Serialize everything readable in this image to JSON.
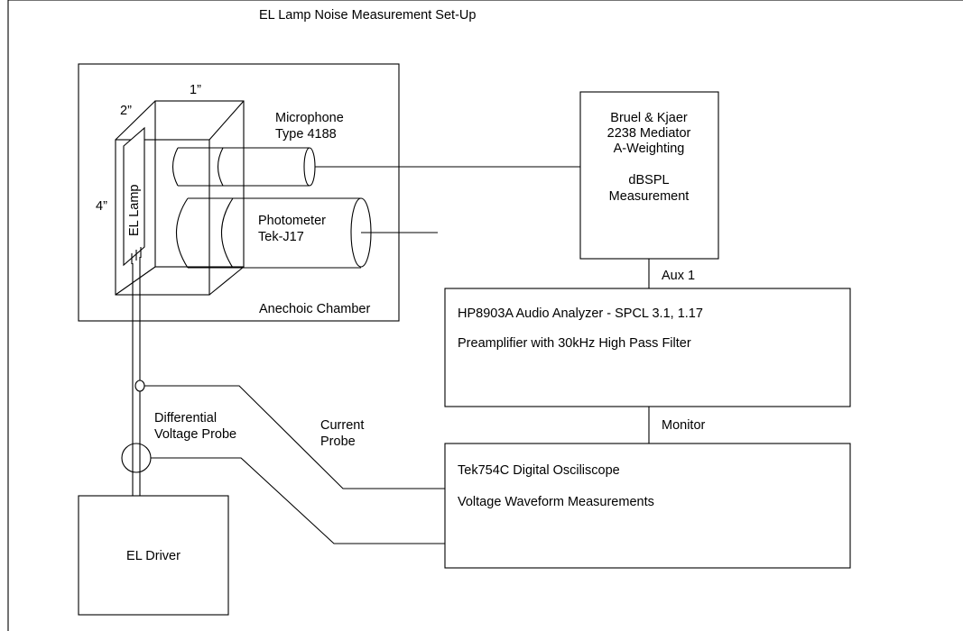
{
  "title": "EL Lamp Noise Measurement Set-Up",
  "chamber": {
    "label": "Anechoic Chamber",
    "dimensions": {
      "width": "1”",
      "depth": "2”",
      "height": "4”"
    },
    "lamp_label": "EL Lamp",
    "microphone": {
      "line1": "Microphone",
      "line2": "Type 4188"
    },
    "photometer": {
      "line1": "Photometer",
      "line2": "Tek-J17"
    }
  },
  "sound_meter": {
    "line1": "Bruel & Kjaer",
    "line2": "2238 Mediator",
    "line3": "A-Weighting",
    "line4": "dBSPL",
    "line5": "Measurement"
  },
  "links": {
    "aux": "Aux 1",
    "monitor": "Monitor"
  },
  "audio_analyzer": {
    "line1": "HP8903A Audio Analyzer - SPCL 3.1, 1.17",
    "line2": "Preamplifier with 30kHz High Pass Filter"
  },
  "oscilloscope": {
    "line1": "Tek754C Digital Osciliscope",
    "line2": "Voltage Waveform Measurements"
  },
  "probes": {
    "voltage": {
      "line1": "Differential",
      "line2": "Voltage Probe"
    },
    "current": {
      "line1": "Current",
      "line2": "Probe"
    }
  },
  "driver": {
    "label": "EL Driver"
  }
}
